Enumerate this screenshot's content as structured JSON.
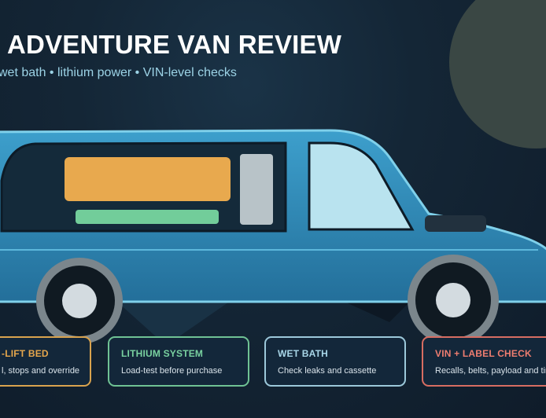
{
  "header": {
    "title": "ADVENTURE VAN REVIEW",
    "subtitle": "wet bath • lithium power • VIN-level checks"
  },
  "cards": [
    {
      "title": "-LIFT BED",
      "text": "l, stops and override",
      "color": "#e5a64c"
    },
    {
      "title": "LITHIUM SYSTEM",
      "text": "Load-test before purchase",
      "color": "#79d1a0"
    },
    {
      "title": "WET BATH",
      "text": "Check leaks and cassette",
      "color": "#a8d6e8"
    },
    {
      "title": "VIN + LABEL CHECK",
      "text": "Recalls, belts, payload and tires",
      "color": "#ee7d70"
    }
  ],
  "illustration": {
    "subject": "van-side-view",
    "body_color": "#2f8fbf",
    "outline_color": "#7fd0ea",
    "window_color": "#b9e3ef",
    "bed_color": "#e8a94e",
    "battery_color": "#72cd9a",
    "panel_color": "#b8c3c8",
    "tire_color": "#7b868c",
    "hub_color": "#d3dbe0",
    "moon_color": "#3a4744"
  }
}
